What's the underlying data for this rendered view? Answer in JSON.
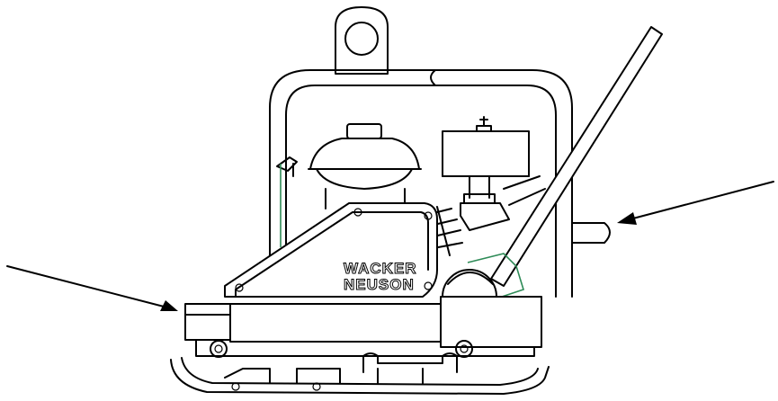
{
  "figure": {
    "brand_logo_line1": "WACKER",
    "brand_logo_line2": "NEUSON",
    "callout_arrows": [
      {
        "name": "arrow-left"
      },
      {
        "name": "arrow-right"
      }
    ],
    "colors": {
      "line": "#000000",
      "accent_green": "#2e8b57",
      "background": "#ffffff"
    }
  }
}
